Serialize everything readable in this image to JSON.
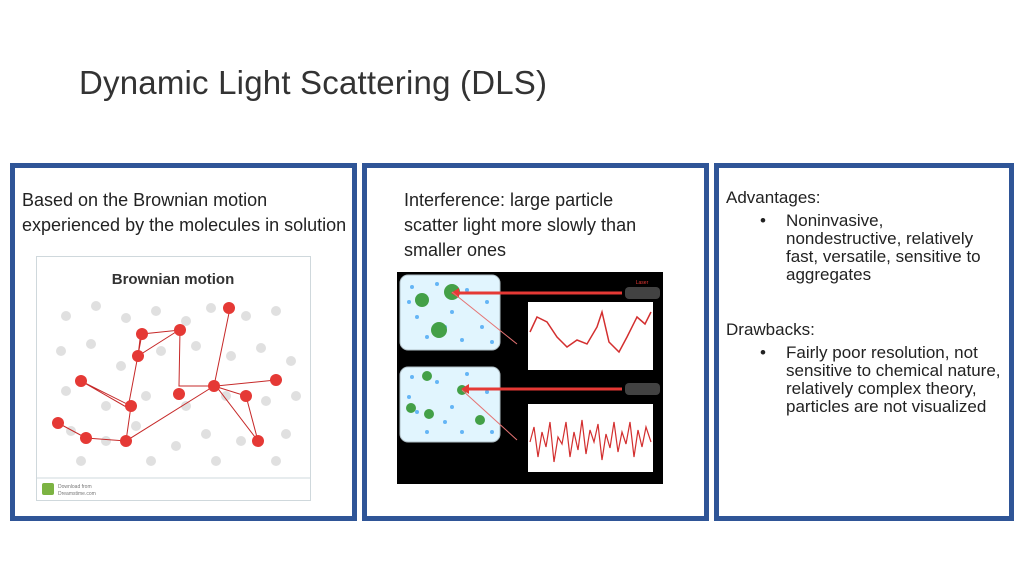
{
  "slide": {
    "title": "Dynamic Light Scattering (DLS)"
  },
  "panel_left": {
    "text_lines": [
      "Based on the Brownian motion",
      "experienced by the molecules in solution"
    ],
    "image": {
      "heading": "Brownian motion",
      "footer_text": [
        "Download from",
        "Dreamstime.com"
      ],
      "icon": "brownian-motion-illustration"
    }
  },
  "panel_middle": {
    "text_lines": [
      "Interference: large particle",
      "scatter light more slowly than",
      "smaller ones"
    ],
    "image": {
      "laser_label": "Laser",
      "icon": "light-scattering-diagram"
    }
  },
  "panel_right": {
    "advantages_heading": "Advantages:",
    "advantages_lines": [
      "Noninvasive,",
      "nondestructive, relatively",
      "fast, versatile, sensitive to",
      "aggregates"
    ],
    "drawbacks_heading": "Drawbacks:",
    "drawbacks_lines": [
      "Fairly poor resolution, not",
      "sensitive to chemical nature,",
      "relatively complex theory,",
      "particles are not visualized"
    ],
    "bullet_char": "•"
  },
  "colors": {
    "panel_border": "#2f5597",
    "particle_red": "#e53935",
    "particle_green": "#43a047",
    "signal_red": "#d32f2f"
  }
}
